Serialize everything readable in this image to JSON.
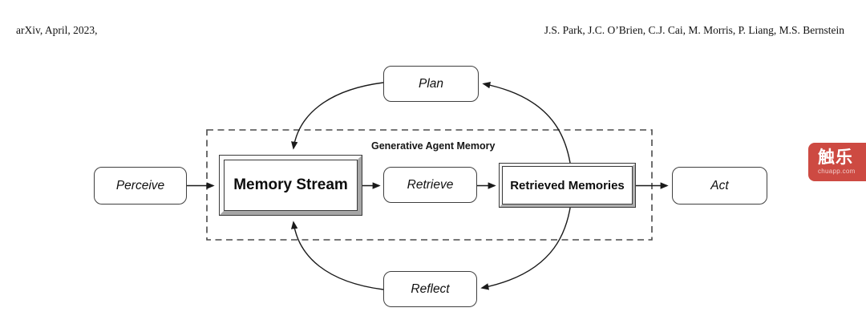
{
  "header": {
    "left": "arXiv, April, 2023,",
    "right": "J.S. Park, J.C. O’Brien, C.J. Cai, M. Morris, P. Liang, M.S. Bernstein"
  },
  "diagram": {
    "group_label": "Generative Agent Memory",
    "nodes": {
      "perceive": {
        "label": "Perceive",
        "style": "rounded-italic"
      },
      "plan": {
        "label": "Plan",
        "style": "rounded-italic"
      },
      "memory_stream": {
        "label": "Memory Stream",
        "style": "beveled-frame-bold"
      },
      "retrieve": {
        "label": "Retrieve",
        "style": "rounded-italic"
      },
      "retrieved_memories": {
        "label": "Retrieved Memories",
        "style": "beveled-frame-bold"
      },
      "act": {
        "label": "Act",
        "style": "rounded-italic"
      },
      "reflect": {
        "label": "Reflect",
        "style": "rounded-italic"
      }
    },
    "edges": [
      {
        "from": "Perceive",
        "to": "Memory Stream"
      },
      {
        "from": "Memory Stream",
        "to": "Retrieve"
      },
      {
        "from": "Retrieve",
        "to": "Retrieved Memories"
      },
      {
        "from": "Retrieved Memories",
        "to": "Act"
      },
      {
        "from": "Plan",
        "to": "Memory Stream"
      },
      {
        "from": "Reflect",
        "to": "Memory Stream"
      },
      {
        "from": "Retrieved Memories",
        "to": "Plan"
      },
      {
        "from": "Retrieved Memories",
        "to": "Reflect"
      }
    ],
    "colors": {
      "line": "#1a1a1a",
      "node_border": "#3f3f3f",
      "dashed_border": "#4a4a4a",
      "bevel_light": "#fbfbfb",
      "bevel_shadow": "#a6a6a6",
      "background": "#ffffff"
    }
  },
  "watermark": {
    "text": "触乐",
    "domain": "chuapp.com",
    "bg_color": "#cd4a42"
  }
}
